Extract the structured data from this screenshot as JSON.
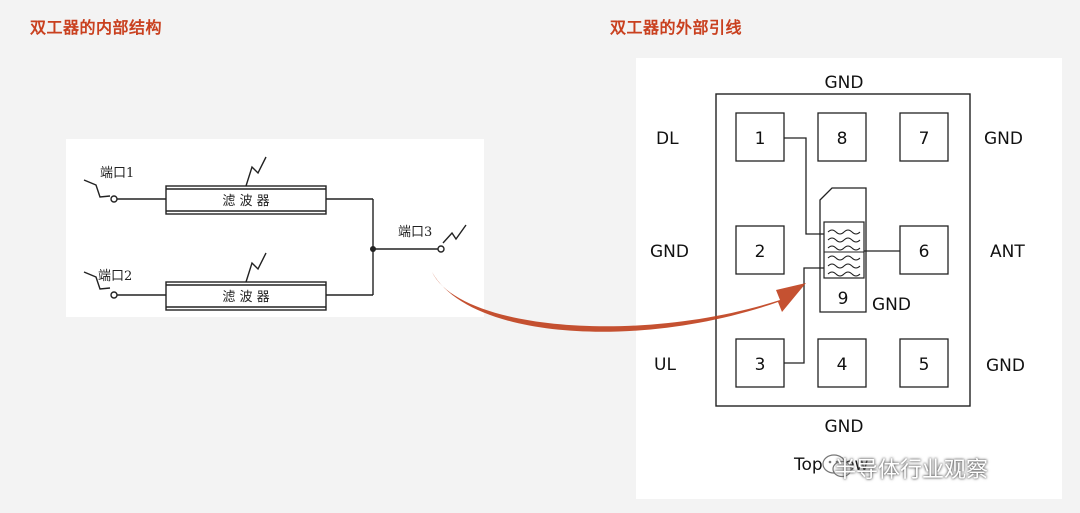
{
  "headings": {
    "internal": "双工器的内部结构",
    "external": "双工器的外部引线"
  },
  "internal": {
    "port1": "端口1",
    "port2": "端口2",
    "port3": "端口3",
    "filter1": "滤 波 器",
    "filter2": "滤 波 器"
  },
  "external": {
    "pin_numbers": {
      "p1": "1",
      "p2": "2",
      "p3": "3",
      "p4": "4",
      "p5": "5",
      "p6": "6",
      "p7": "7",
      "p8": "8",
      "p9": "9"
    },
    "labels": {
      "top_gnd": "GND",
      "bottom_gnd": "GND",
      "dl": "DL",
      "gnd_left": "GND",
      "ul": "UL",
      "gnd_right_top": "GND",
      "ant": "ANT",
      "gnd_right_bottom": "GND",
      "center_gnd": "GND"
    },
    "view_label": "Top View"
  },
  "watermark": "半导体行业观察",
  "colors": {
    "heading": "#c9401f",
    "arrow": "#c0421f",
    "line": "#222222"
  }
}
